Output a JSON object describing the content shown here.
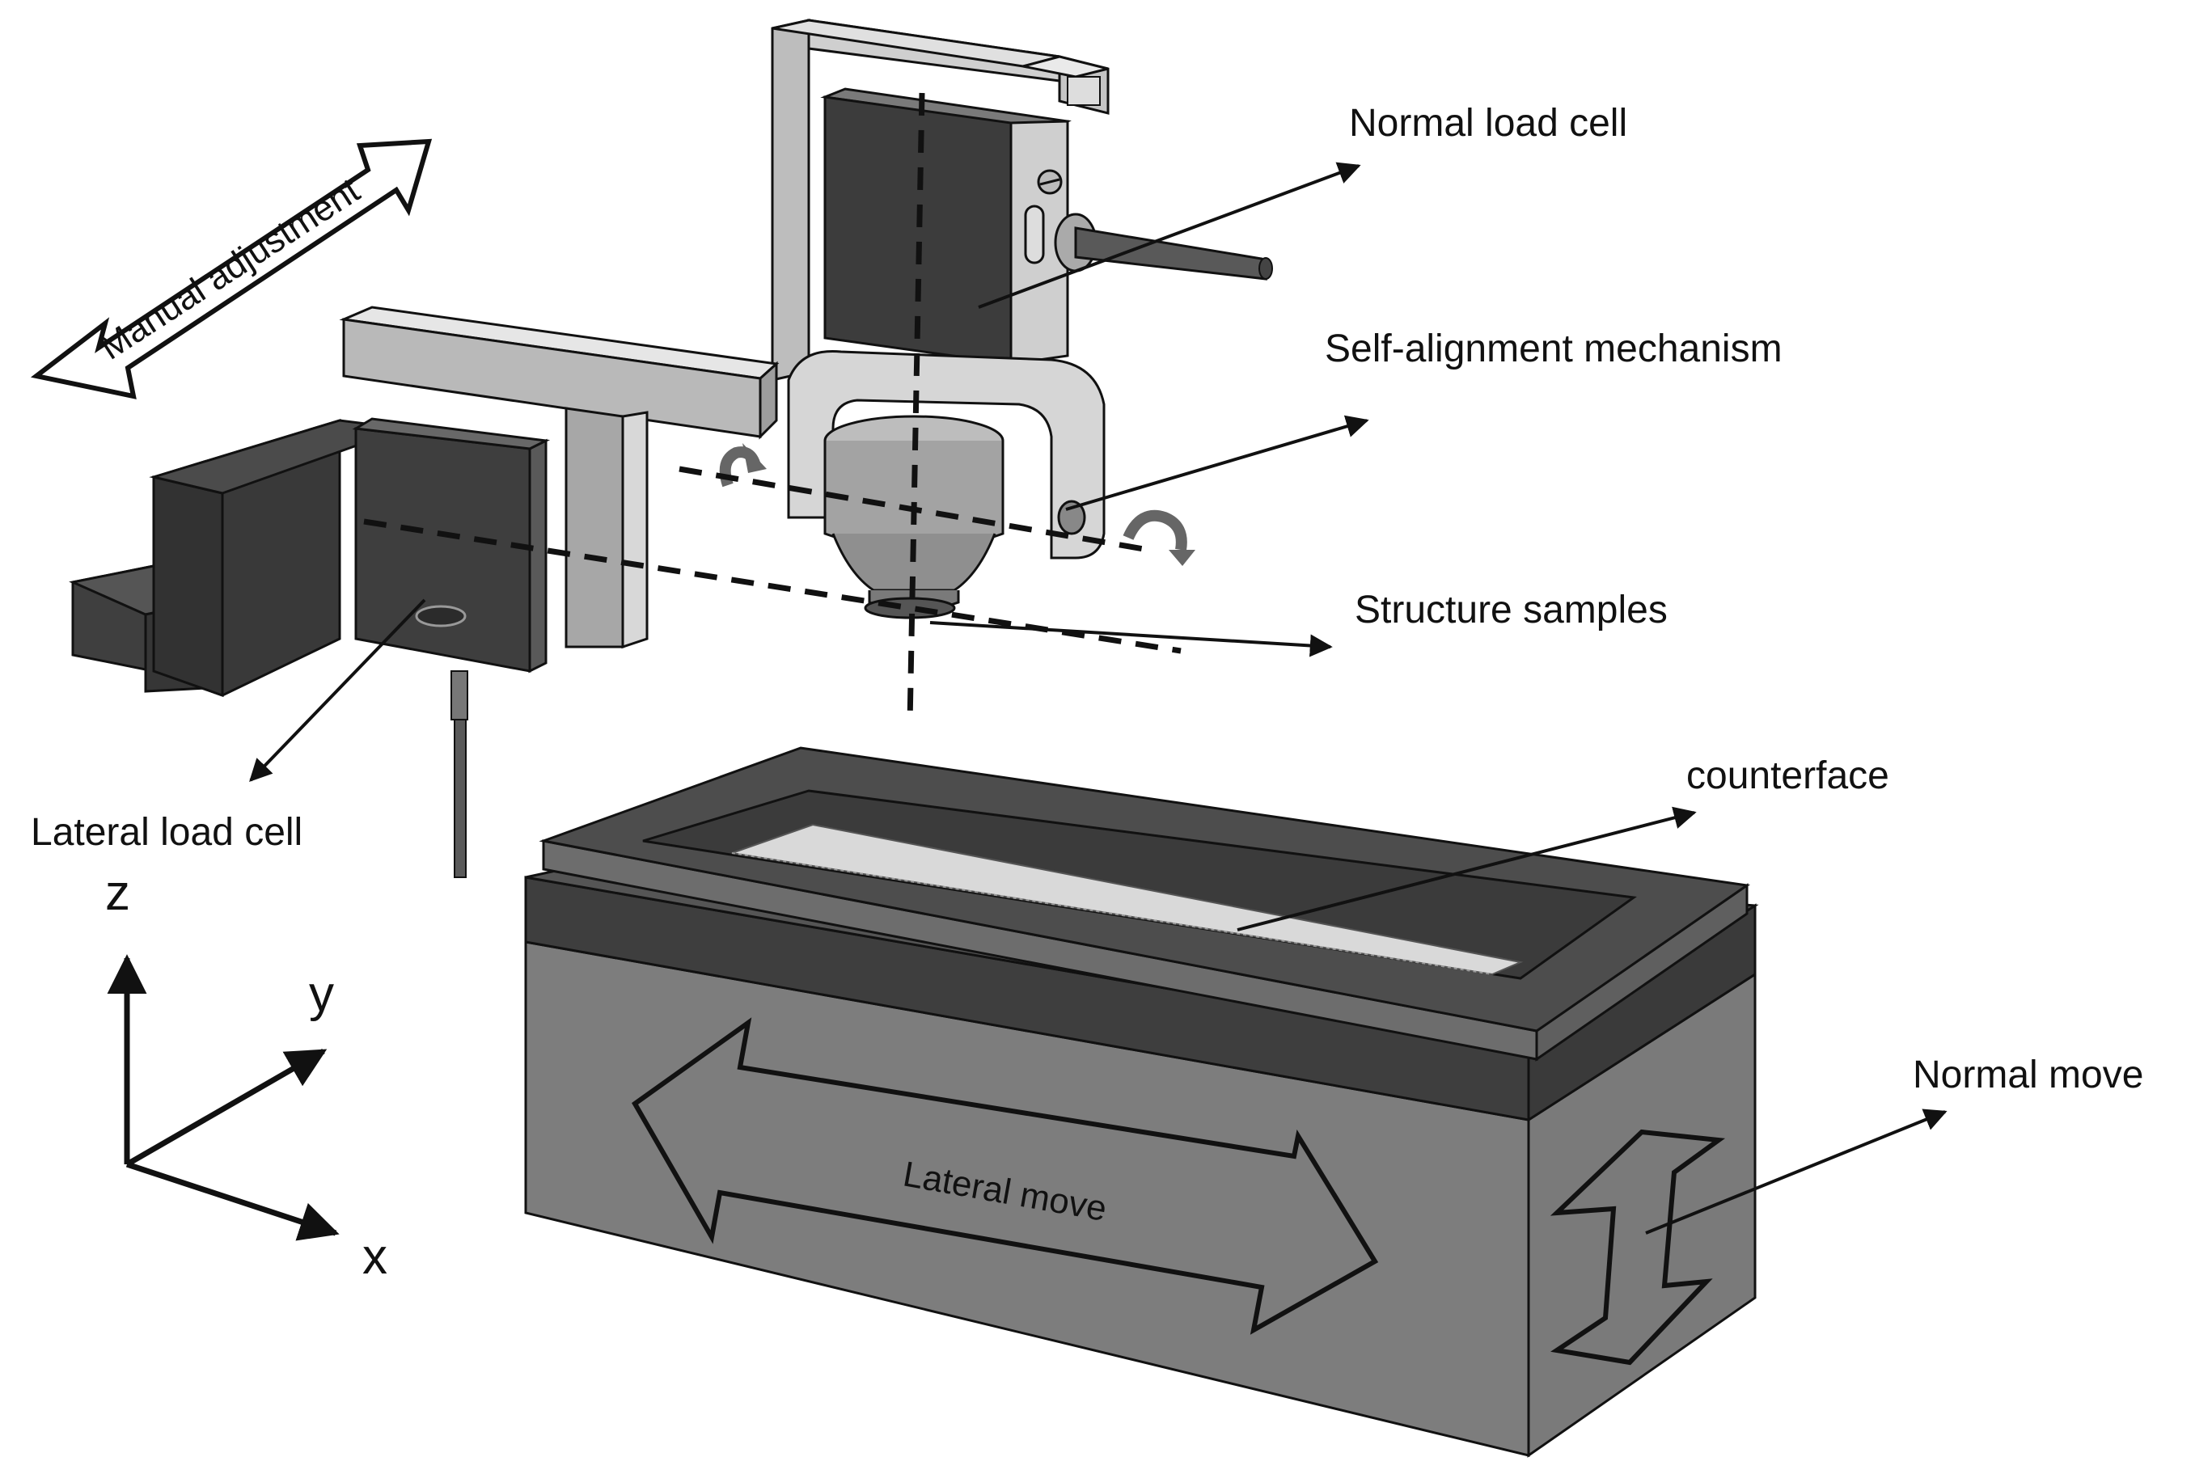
{
  "labels": {
    "normal_load_cell": "Normal load cell",
    "self_alignment": "Self-alignment mechanism",
    "structure_samples": "Structure samples",
    "counterface": "counterface",
    "lateral_load_cell": "Lateral load cell",
    "normal_move": "Normal move",
    "lateral_move": "Lateral move",
    "manual_adjustment": "Manual adjustment"
  },
  "axes": {
    "z": "z",
    "y": "y",
    "x": "x"
  },
  "colors": {
    "dark_block": "#3c3c3c",
    "mid_gray": "#7d7d7d",
    "light_gray": "#c8c8c8",
    "outline": "#111111",
    "tray_inner": "#d9d9d9"
  }
}
